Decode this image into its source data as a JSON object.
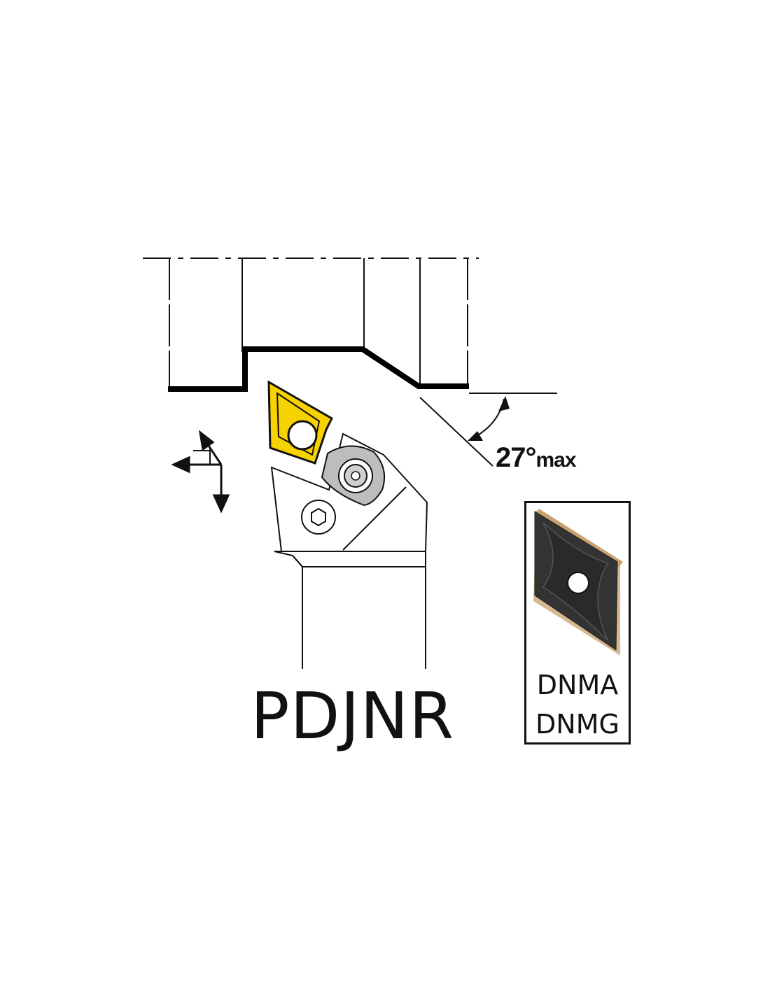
{
  "angle_label": {
    "value": "27°",
    "suffix": "max"
  },
  "model": "PDJNR",
  "insert_codes": [
    "DNMA",
    "DNMG"
  ],
  "colors": {
    "insert_yellow": "#f6d200",
    "line": "#111111",
    "insert_dark": "#333333",
    "coating_gold": "#d8b890"
  }
}
